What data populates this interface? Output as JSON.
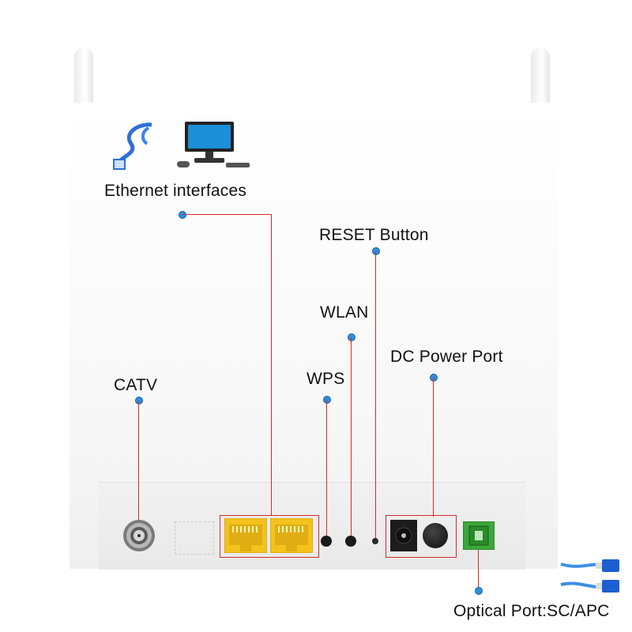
{
  "labels": {
    "ethernet": "Ethernet interfaces",
    "reset": "RESET Button",
    "wlan": "WLAN",
    "dc_power": "DC Power Port",
    "catv": "CATV",
    "wps": "WPS",
    "optical": "Optical Port:SC/APC"
  },
  "colors": {
    "callout_line": "#d62a2a",
    "callout_dot": "#2b8fe0",
    "ethernet_port": "#f3c21d",
    "optical_port": "#3aa83a"
  },
  "icons": [
    "ethernet-cable-icon",
    "desktop-computer-icon",
    "fiber-patch-cable-icon"
  ]
}
